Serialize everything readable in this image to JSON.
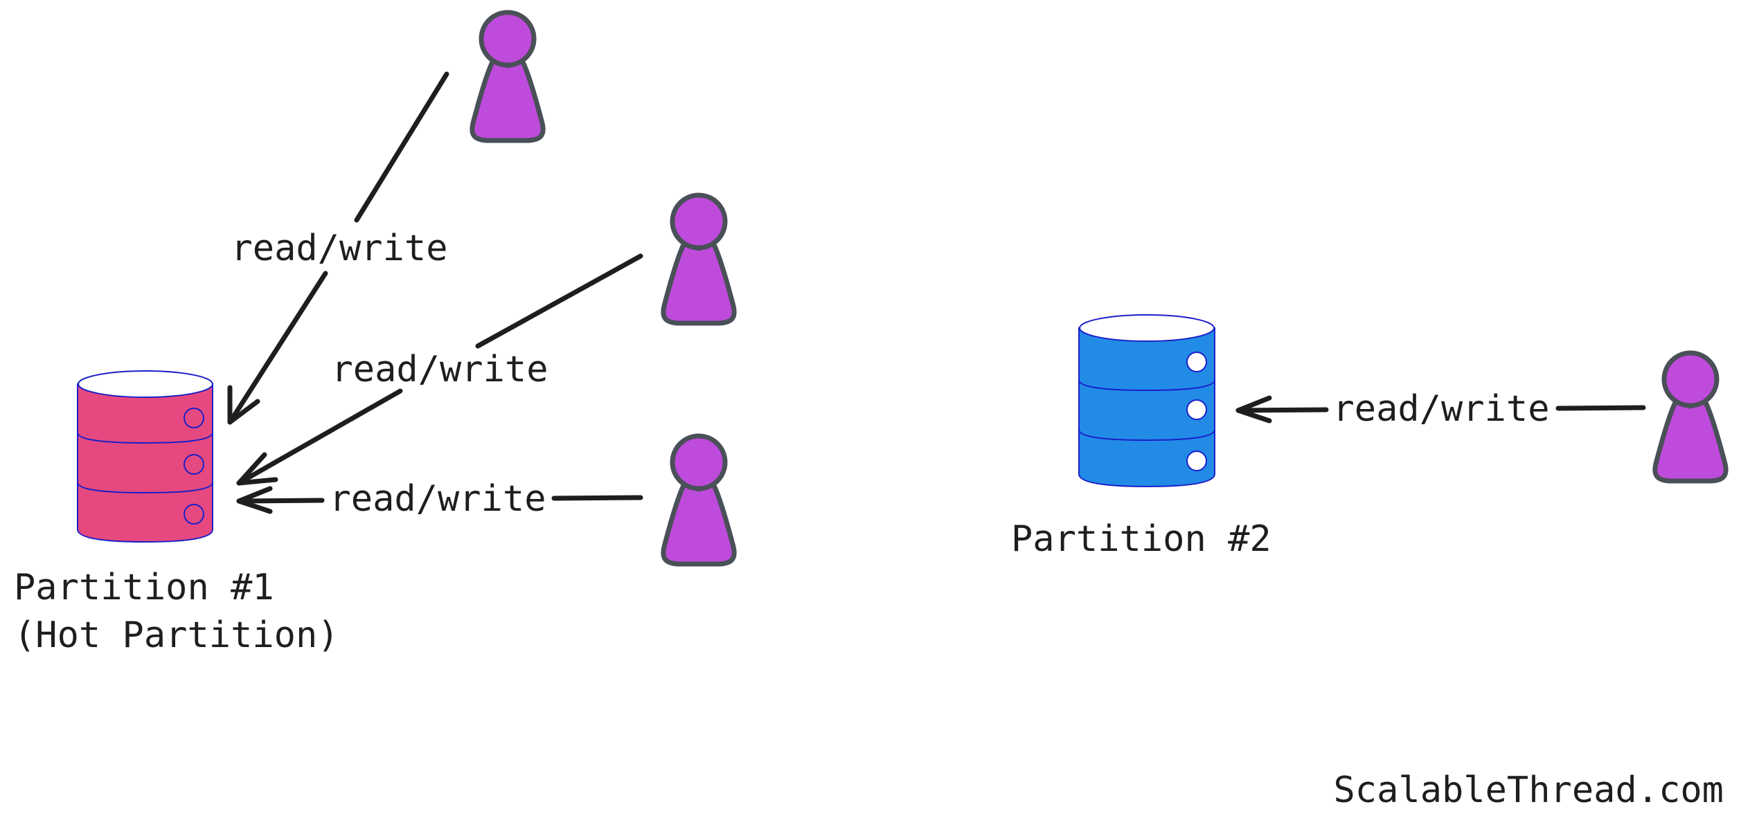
{
  "partitions": [
    {
      "id": "p1",
      "title": "Partition #1",
      "subtitle": "(Hot Partition)",
      "color": "#e64980"
    },
    {
      "id": "p2",
      "title": "Partition #2",
      "color": "#228be6"
    }
  ],
  "connections": [
    {
      "from": "user-1",
      "to": "p1",
      "label": "read/write"
    },
    {
      "from": "user-2",
      "to": "p1",
      "label": "read/write"
    },
    {
      "from": "user-3",
      "to": "p1",
      "label": "read/write"
    },
    {
      "from": "user-4",
      "to": "p2",
      "label": "read/write"
    }
  ],
  "user_color": "#be4bdb",
  "footer": {
    "brand": "ScalableThread.com"
  }
}
